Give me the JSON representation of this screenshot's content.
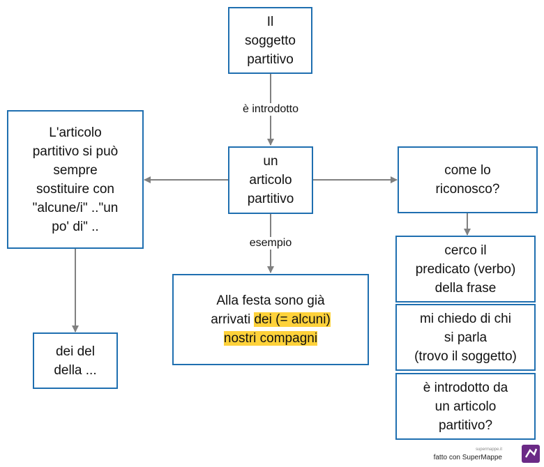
{
  "nodes": {
    "subject": "Il\nsoggetto\npartitivo",
    "article": "un\narticolo\npartitivo",
    "substitute": "L'articolo\npartitivo si può\nsempre\nsostituire con\n\"alcune/i\" ..\"un\npo' di\" ..",
    "forms": "dei  del\ndella ...",
    "example_plain": "Alla festa sono già\narrivati ",
    "example_highlight_1": "dei (= alcuni)",
    "example_highlight_2": "nostri compagni",
    "how": "come lo\nriconosco?",
    "step1": "cerco il\npredicato (verbo)\ndella frase",
    "step2": "mi chiedo di chi\nsi parla\n(trovo il soggetto)",
    "step3": "è introdotto da\nun articolo\npartitivo?"
  },
  "edges": {
    "introduced": "è introdotto",
    "example": "esempio"
  },
  "footer": {
    "brand_small": "supermappe.it",
    "brand": "fatto con SuperMappe"
  },
  "colors": {
    "border": "#1f6fb0",
    "highlight": "#ffd23a",
    "arrow": "#808080"
  }
}
